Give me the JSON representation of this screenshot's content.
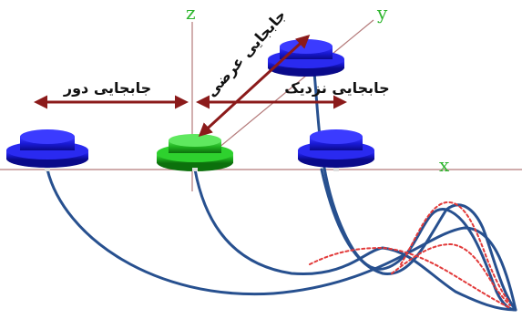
{
  "axes": {
    "x": "x",
    "y": "y",
    "z": "z"
  },
  "labels": {
    "far_displacement": "جابجایی دور",
    "near_displacement": "جابجایی نزدیک",
    "lateral_displacement": "جابجایی عرضی"
  },
  "colors": {
    "axis": "#b47a7a",
    "axis_label": "#2db52d",
    "arrow": "#8b1a1a",
    "cap_blue": "#1a1ad6",
    "cap_green": "#1fb21f",
    "cable": "#27508f",
    "response_highlight": "#e23a3a"
  }
}
